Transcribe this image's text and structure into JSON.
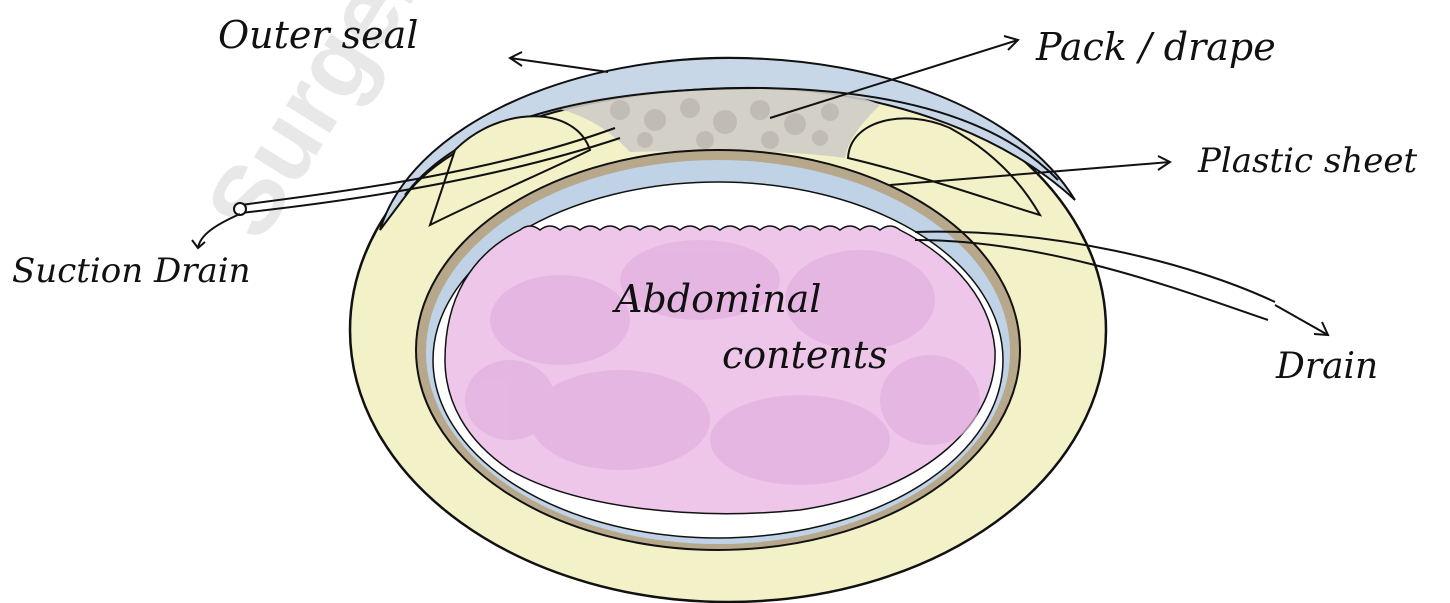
{
  "labels": {
    "outer_seal": "Outer seal",
    "pack_drape": "Pack / drape",
    "plastic_sheet": "Plastic sheet",
    "suction_drain": "Suction Drain",
    "drain": "Drain",
    "abdominal_line1": "Abdominal",
    "abdominal_line2": "contents"
  },
  "watermark": "SurgeLight",
  "colors": {
    "outer_ring": "#f3f1c8",
    "seal": "#c8d7e8",
    "pack": "#cfccc6",
    "inner_ring": "#b7a88b",
    "plastic": "#bfd2e6",
    "contents": "#edc6ea",
    "ink": "#111111"
  }
}
